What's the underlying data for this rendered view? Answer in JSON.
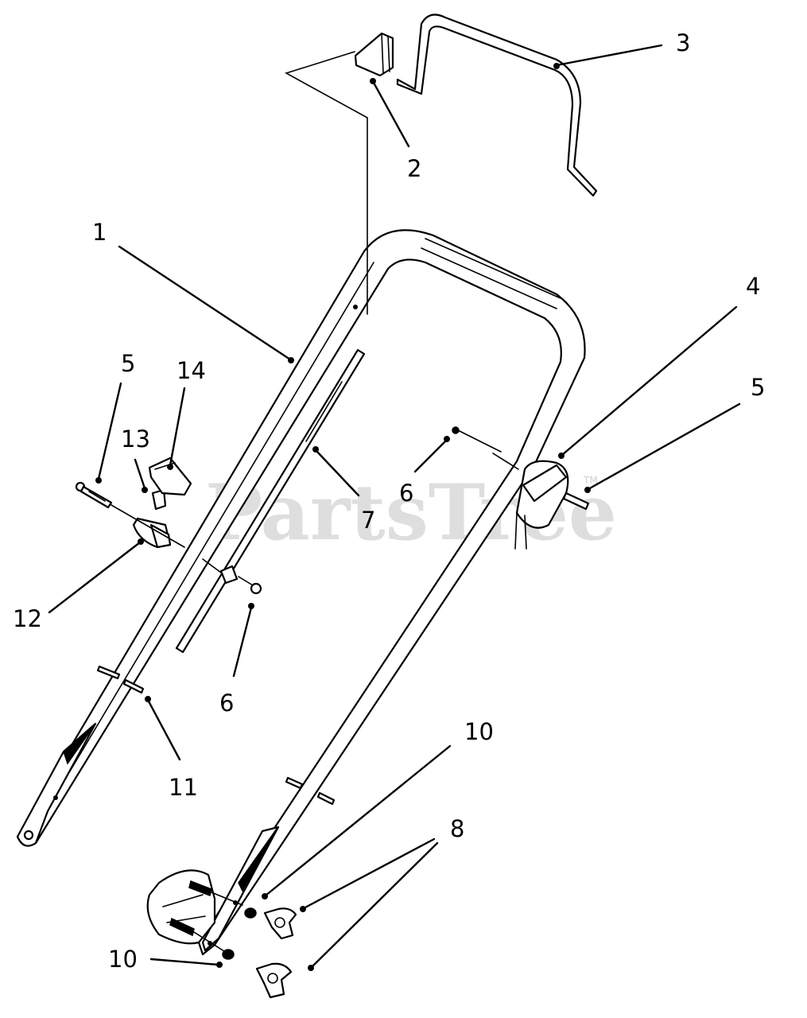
{
  "watermark": {
    "text": "PartsTree",
    "trademark": "TM"
  },
  "callouts": [
    {
      "id": "1",
      "label": "1"
    },
    {
      "id": "2",
      "label": "2"
    },
    {
      "id": "3",
      "label": "3"
    },
    {
      "id": "4",
      "label": "4"
    },
    {
      "id": "5-left",
      "label": "5"
    },
    {
      "id": "5-right",
      "label": "5"
    },
    {
      "id": "6-center",
      "label": "6"
    },
    {
      "id": "6-lower",
      "label": "6"
    },
    {
      "id": "7",
      "label": "7"
    },
    {
      "id": "8",
      "label": "8"
    },
    {
      "id": "10-upper",
      "label": "10"
    },
    {
      "id": "10-lower",
      "label": "10"
    },
    {
      "id": "11",
      "label": "11"
    },
    {
      "id": "12",
      "label": "12"
    },
    {
      "id": "13",
      "label": "13"
    },
    {
      "id": "14",
      "label": "14"
    }
  ],
  "colors": {
    "line": "#000000",
    "background": "#ffffff",
    "watermark": "#d9d9d9"
  }
}
